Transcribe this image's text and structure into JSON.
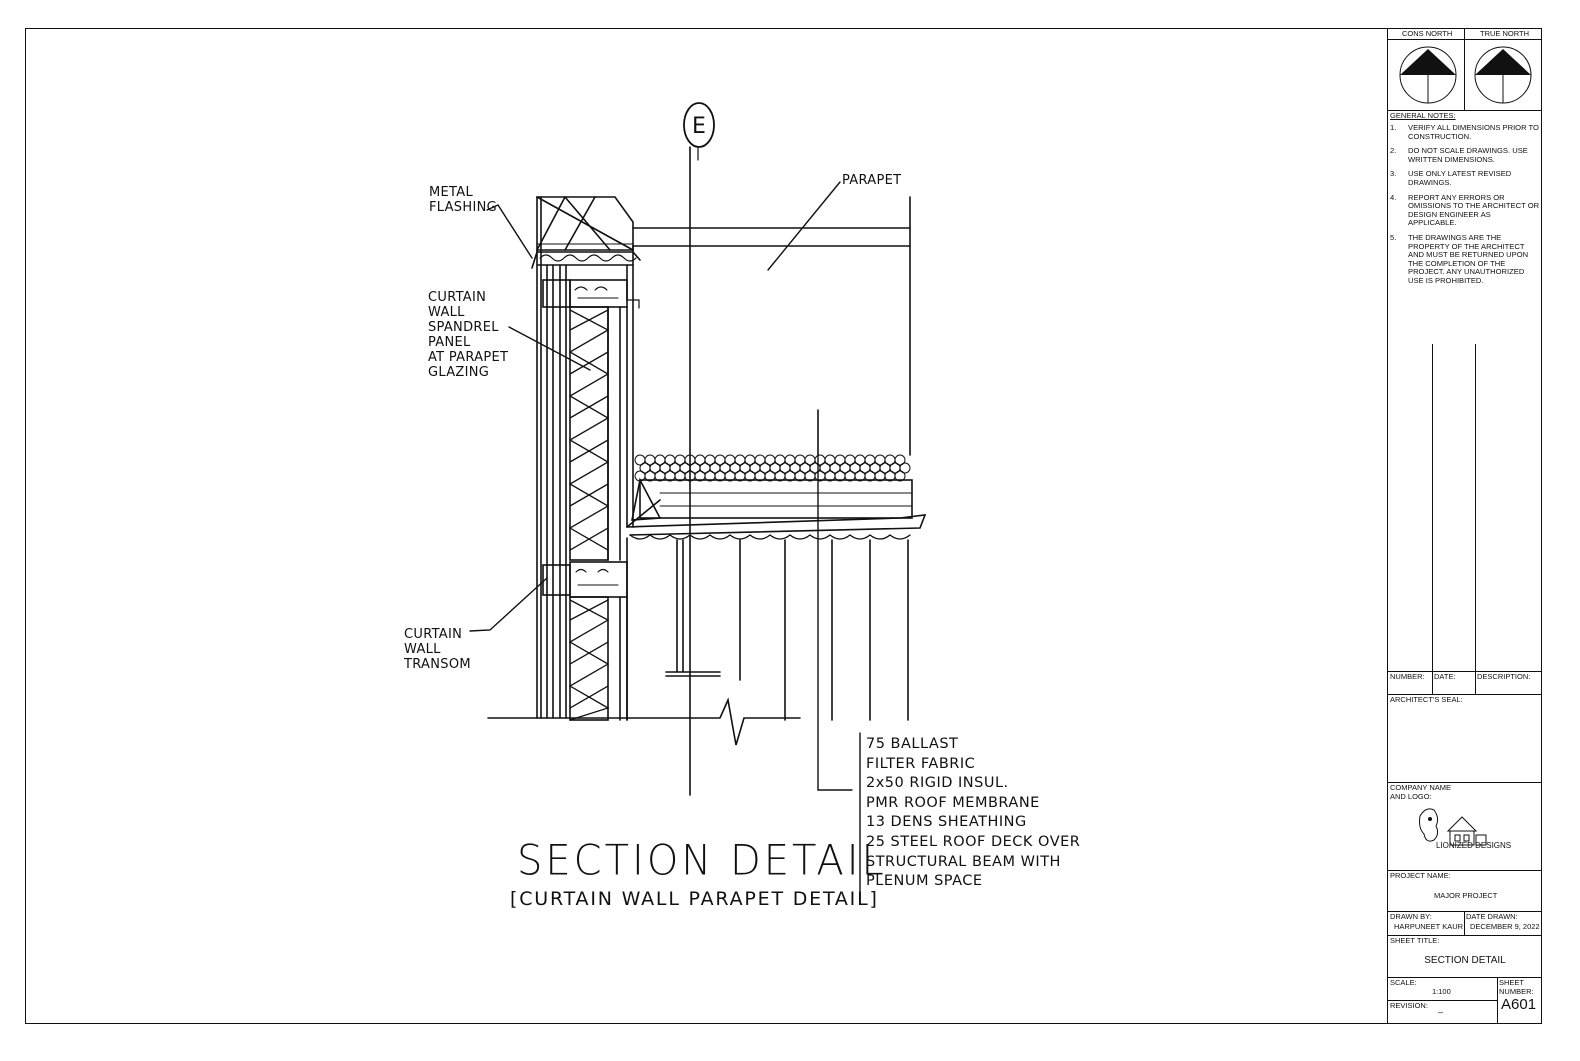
{
  "drawing": {
    "grid_bubble": "E",
    "labels": {
      "metal_flashing": "METAL\nFLASHING",
      "parapet": "PARAPET",
      "spandrel": "CURTAIN\nWALL\nSPANDREL\nPANEL\nAT PARAPET\nGLAZING",
      "transom": "CURTAIN\nWALL\nTRANSOM"
    },
    "layers": [
      "75 BALLAST",
      "FILTER FABRIC",
      "2x50 RIGID INSUL.",
      "PMR ROOF MEMBRANE",
      "13 DENS SHEATHING",
      "25 STEEL ROOF DECK OVER",
      "STRUCTURAL BEAM WITH",
      "PLENUM SPACE"
    ],
    "title": "SECTION DETAIL",
    "subtitle": "[CURTAIN WALL PARAPET DETAIL]"
  },
  "title_block": {
    "cons_north": "CONS NORTH",
    "true_north": "TRUE NORTH",
    "general_notes_heading": "GENERAL NOTES:",
    "notes": [
      {
        "num": "1.",
        "text": "VERIFY ALL DIMENSIONS PRIOR TO CONSTRUCTION."
      },
      {
        "num": "2.",
        "text": "DO NOT SCALE DRAWINGS. USE WRITTEN DIMENSIONS."
      },
      {
        "num": "3.",
        "text": "USE ONLY LATEST REVISED DRAWINGS."
      },
      {
        "num": "4.",
        "text": "REPORT ANY ERRORS OR OMISSIONS TO THE ARCHITECT OR DESIGN ENGINEER AS APPLICABLE."
      },
      {
        "num": "5.",
        "text": "THE DRAWINGS ARE THE PROPERTY OF THE ARCHITECT AND MUST BE RETURNED UPON THE COMPLETION OF THE PROJECT. ANY UNAUTHORIZED USE IS PROHIBITED."
      }
    ],
    "rev_number_label": "NUMBER:",
    "rev_date_label": "DATE:",
    "rev_description_label": "DESCRIPTION:",
    "architects_seal_label": "ARCHITECT'S SEAL:",
    "company_label": "COMPANY NAME\nAND LOGO:",
    "company_name": "LIONIZED DESIGNS",
    "project_name_label": "PROJECT NAME:",
    "project_name": "MAJOR PROJECT",
    "drawn_by_label": "DRAWN BY:",
    "drawn_by": "HARPUNEET KAUR",
    "date_drawn_label": "DATE DRAWN:",
    "date_drawn": "DECEMBER 9, 2022",
    "sheet_title_label": "SHEET TITLE:",
    "sheet_title": "SECTION DETAIL",
    "scale_label": "SCALE:",
    "scale": "1:100",
    "sheet_number_label": "SHEET\nNUMBER:",
    "sheet_number": "A601",
    "revision_label": "REVISION:",
    "revision": "_"
  }
}
